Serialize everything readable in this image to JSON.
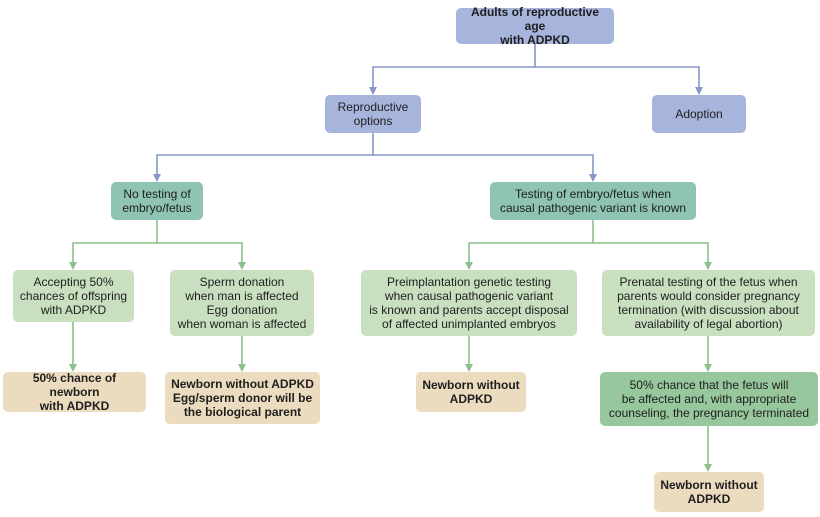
{
  "colors": {
    "blue_box": "#a7b4dc",
    "blue_line": "#8797c8",
    "teal_box": "#8fc4b4",
    "light_green_box": "#c8e0c0",
    "dark_green_box": "#97c79c",
    "green_line": "#8cc08c",
    "tan_box": "#ecdcbf"
  },
  "nodes": {
    "root": "Adults of reproductive age\nwith ADPKD",
    "reproductive_options": "Reproductive\noptions",
    "adoption": "Adoption",
    "no_testing": "No testing of\nembryo/fetus",
    "testing": "Testing of embryo/fetus when\ncausal pathogenic variant is known",
    "accepting": "Accepting 50%\nchances of offspring\nwith ADPKD",
    "donation": "Sperm donation\nwhen man is affected\nEgg donation\nwhen woman is affected",
    "pgt": "Preimplantation genetic testing\nwhen causal pathogenic variant\nis known and parents accept disposal\nof affected unimplanted embryos",
    "prenatal": "Prenatal testing of the fetus when\nparents would consider pregnancy\ntermination (with discussion about\navailability of legal abortion)",
    "outcome_50": "50% chance of newborn\nwith ADPKD",
    "outcome_donor": "Newborn without ADPKD\nEgg/sperm donor will be\nthe biological parent",
    "outcome_pgt": "Newborn without\nADPKD",
    "fetus_affected": "50% chance that the fetus will\nbe affected and, with appropriate\ncounseling, the pregnancy terminated",
    "outcome_prenatal": "Newborn without\nADPKD"
  }
}
